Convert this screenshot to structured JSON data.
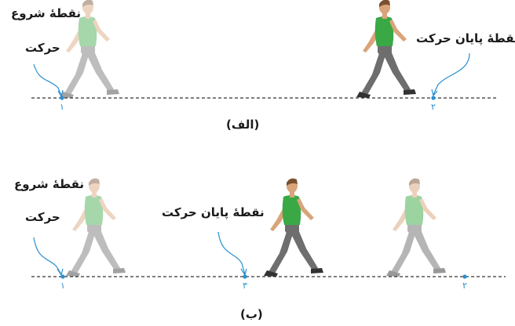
{
  "colors": {
    "marker": "#2a8fd0",
    "shirt": "#3aa845",
    "pants": "#6e6e6e",
    "skin": "#d9a47a",
    "line": "#333333"
  },
  "panel_a": {
    "start_label_line1": "نقطهٔ شروع",
    "start_label_line2": "حرکت",
    "end_label": "نقطهٔ پایان حرکت",
    "marker_start": "۱",
    "marker_end": "۲",
    "caption": "(الف)"
  },
  "panel_b": {
    "start_label_line1": "نقطهٔ شروع",
    "start_label_line2": "حرکت",
    "end_label": "نقطهٔ پایان حرکت",
    "marker_start": "۱",
    "marker_mid": "۳",
    "marker_end": "۲",
    "caption": "(ب)"
  }
}
